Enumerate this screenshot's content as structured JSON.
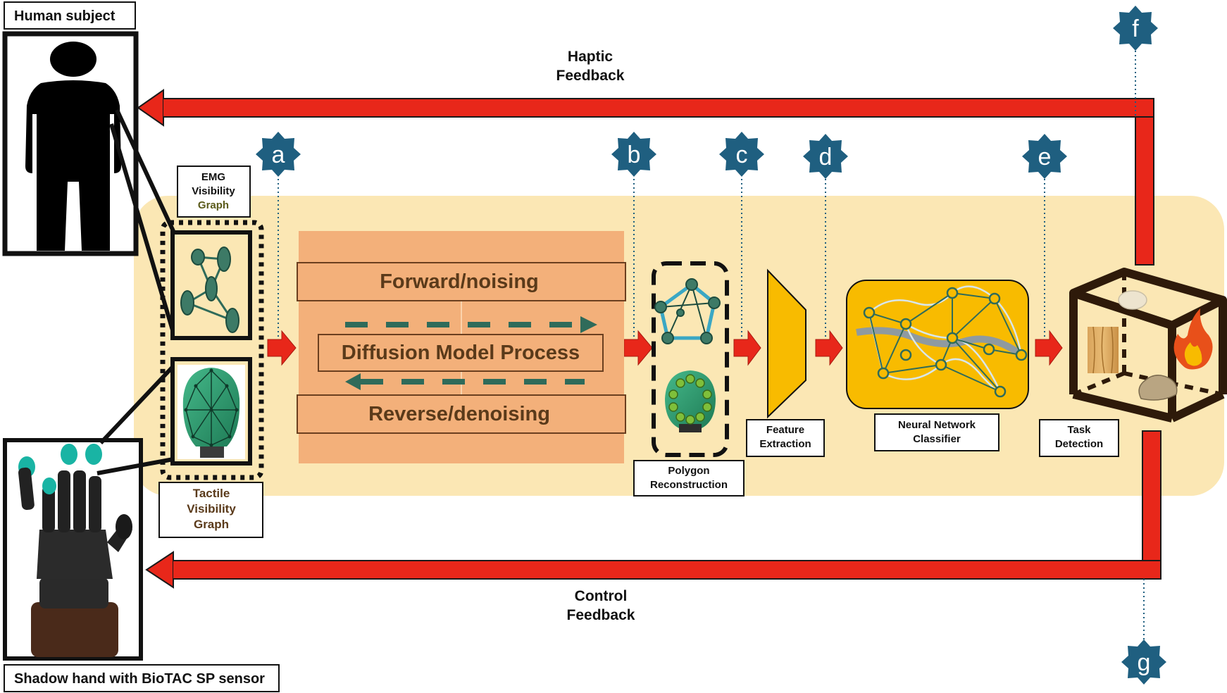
{
  "labels": {
    "human_subject": "Human subject",
    "shadow_hand": "Shadow hand with BioTAC SP sensor",
    "haptic_line1": "Haptic",
    "haptic_line2": "Feedback",
    "control_line1": "Control",
    "control_line2": "Feedback",
    "emg_line1": "EMG",
    "emg_line2": "Visibility",
    "emg_line3": "Graph",
    "tactile_line1": "Tactile",
    "tactile_line2": "Visibility",
    "tactile_line3": "Graph",
    "forward": "Forward/noising",
    "diffusion": "Diffusion Model Process",
    "reverse": "Reverse/denoising",
    "polygon_line1": "Polygon",
    "polygon_line2": "Reconstruction",
    "feature_line1": "Feature",
    "feature_line2": "Extraction",
    "nn_line1": "Neural Network",
    "nn_line2": "Classifier",
    "task_line1": "Task",
    "task_line2": "Detection"
  },
  "badges": {
    "a": "a",
    "b": "b",
    "c": "c",
    "d": "d",
    "e": "e",
    "f": "f",
    "g": "g"
  },
  "colors": {
    "panel": "#fbe7b4",
    "arrow_red": "#e8271a",
    "badge": "#1f5f80",
    "hourglass": "#f3b07a",
    "feature": "#f8bb00",
    "nn_fill": "#f8bb00",
    "graph_green": "#3d7a66"
  }
}
